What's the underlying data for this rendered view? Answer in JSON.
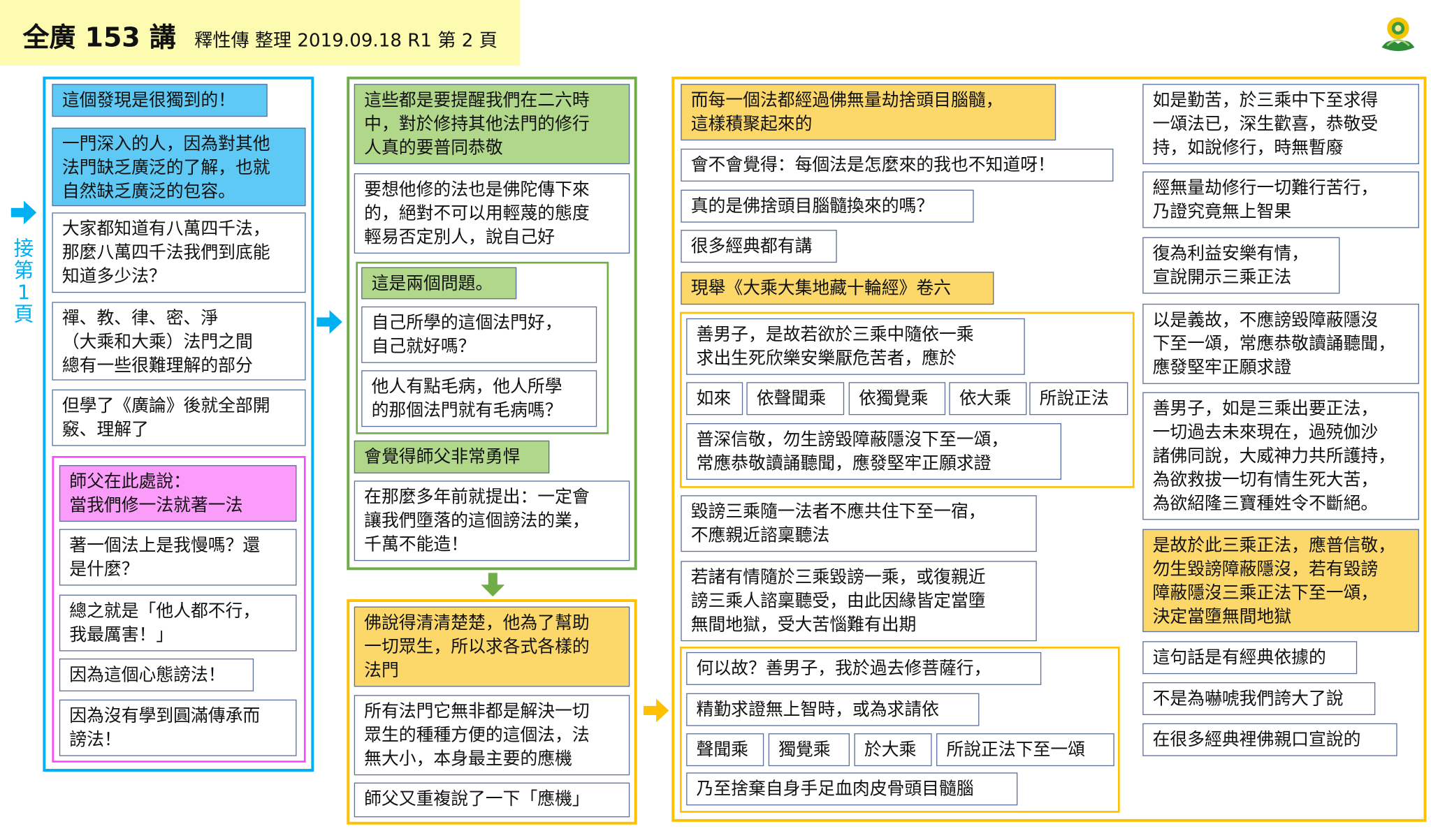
{
  "header": {
    "title": "全廣 153 講",
    "subtitle": "釋性傳 整理 2019.09.18 R1 第 2 頁"
  },
  "side_note": "接\n第\n1\n頁",
  "colors": {
    "blue": "#00b0f0",
    "green": "#70ad47",
    "orange": "#ffc000",
    "pink": "#ff44ff"
  },
  "col1": {
    "items": [
      "這個發現是很獨到的！",
      "一門深入的人，因為對其他\n法門缺乏廣泛的了解，也就\n自然缺乏廣泛的包容。",
      "大家都知道有八萬四千法，\n那麼八萬四千法我們到底能\n知道多少法？",
      "禪、教、律、密、淨\n（大乘和大乘）法門之間\n總有一些很難理解的部分",
      "但學了《廣論》後就全部開\n竅、理解了"
    ],
    "pink_group": [
      "師父在此處說：\n當我們修一法就著一法",
      "著一個法上是我慢嗎？還\n是什麼？",
      "總之就是「他人都不行，\n我最厲害！」",
      "因為這個心態謗法！",
      "因為沒有學到圓滿傳承而\n謗法！"
    ]
  },
  "col2": {
    "top": [
      "這些都是要提醒我們在二六時\n中，對於修持其他法門的修行\n人真的要普同恭敬",
      "要想他修的法也是佛陀傳下來\n的，絕對不可以用輕蔑的態度\n輕易否定別人，說自己好"
    ],
    "group": [
      "這是兩個問題。",
      "自己所學的這個法門好，\n自己就好嗎？",
      "他人有點毛病，他人所學\n的那個法門就有毛病嗎？"
    ],
    "bottom": [
      "會覺得師父非常勇悍",
      "在那麼多年前就提出：一定會\n讓我們墮落的這個謗法的業，\n千萬不能造！"
    ],
    "lower": [
      "佛說得清清楚楚，他為了幫助\n一切眾生，所以求各式各樣的\n法門",
      "所有法門它無非都是解決一切\n眾生的種種方便的這個法，法\n無大小，本身最主要的應機",
      "師父又重複說了一下「應機」"
    ]
  },
  "col3": {
    "mid": [
      "而每一個法都經過佛無量劫捨頭目腦髓，\n這樣積聚起來的",
      "會不會覺得：每個法是怎麼來的我也不知道呀！",
      "真的是佛捨頭目腦髓換來的嗎？",
      "很多經典都有講",
      "現舉《大乘大集地藏十輪經》卷六"
    ],
    "sutra1": {
      "intro": "善男子，是故若欲於三乘中隨依一乘\n求出生死欣樂安樂厭危苦者，應於",
      "row": [
        "如來",
        "依聲聞乘",
        "依獨覺乘",
        "依大乘",
        "所說正法"
      ],
      "end": "普深信敬，勿生謗毀障蔽隱沒下至一頌，\n常應恭敬讀誦聽聞，應發堅牢正願求證"
    },
    "mid2": [
      "毀謗三乘隨一法者不應共住下至一宿，\n不應親近諮稟聽法",
      "若諸有情隨於三乘毀謗一乘，或復親近\n謗三乘人諮稟聽受，由此因緣皆定當墮\n無間地獄，受大苦惱難有出期"
    ],
    "sutra2": {
      "l1": "何以故？善男子，我於過去修菩薩行，",
      "l2": "精勤求證無上智時，或為求請依",
      "row": [
        "聲聞乘",
        "獨覺乘",
        "於大乘",
        "所說正法下至一頌"
      ],
      "end": "乃至捨棄自身手足血肉皮骨頭目髓腦"
    },
    "right": [
      "如是勤苦，於三乘中下至求得\n一頌法已，深生歡喜，恭敬受\n持，如說修行，時無暫廢",
      "經無量劫修行一切難行苦行，\n乃證究竟無上智果",
      "復為利益安樂有情，\n宣說開示三乘正法",
      "以是義故，不應謗毀障蔽隱沒\n下至一頌，常應恭敬讀誦聽聞，\n應發堅牢正願求證",
      "善男子，如是三乘出要正法，\n一切過去未來現在，過殑伽沙\n諸佛同說，大威神力共所護持，\n為欲救拔一切有情生死大苦，\n為欲紹隆三寶種姓令不斷絕。",
      "是故於此三乘正法，應普信敬，\n勿生毀謗障蔽隱沒，若有毀謗\n障蔽隱沒三乘正法下至一頌，\n決定當墮無間地獄",
      "這句話是有經典依據的",
      "不是為嚇唬我們誇大了說",
      "在很多經典裡佛親口宣說的"
    ]
  }
}
